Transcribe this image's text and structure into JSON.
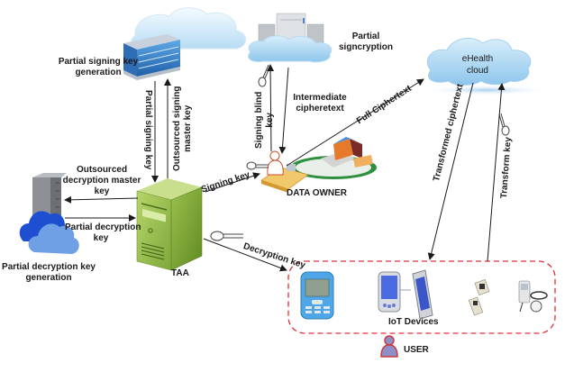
{
  "nodes": {
    "partial_signing_server": {
      "label": [
        "Partial signing key",
        "generation"
      ]
    },
    "partial_signcryption_cloud": {
      "label": [
        "Partial",
        "signcryption"
      ]
    },
    "ehealth_cloud": {
      "label": [
        "eHealth",
        "cloud"
      ]
    },
    "partial_decryption_server": {
      "label": [
        "Partial decryption key",
        "generation"
      ]
    },
    "taa": {
      "label": "TAA"
    },
    "data_owner": {
      "label": "DATA OWNER"
    },
    "iot_devices": {
      "label": "IoT Devices"
    },
    "user": {
      "label": "USER"
    }
  },
  "edges": {
    "partial_signing_key": "Partial signing key",
    "outsourced_signing_master_key": [
      "Outsourced signing",
      "master key"
    ],
    "signing_blind_key": [
      "Signing blind",
      "key"
    ],
    "intermediate_ciphertext": [
      "Intermediate",
      "cipheretext"
    ],
    "full_ciphertext": "Full Ciphertext",
    "transformed_ciphertext": "Transformed ciphertext",
    "transform_key": "Transform key",
    "outsourced_decryption_master_key": [
      "Outsourced",
      "decryption master",
      "key"
    ],
    "partial_decryption_key": [
      "Partial decryption",
      "key"
    ],
    "signing_key": "Signing key",
    "decryption_key": "Decryption key"
  },
  "colors": {
    "arrow": "#1a1a1a",
    "user_group_border": "#e0303a",
    "taa_green": "#8db84a",
    "cloud_blue": "#9fd0f0",
    "decryption_cloud_blue": "#2a5fd6",
    "user_icon": "#8f8fc8"
  }
}
